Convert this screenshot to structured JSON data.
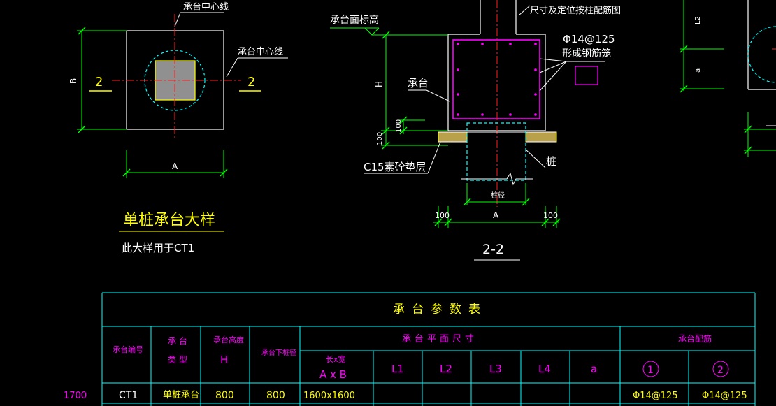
{
  "colors": {
    "background": "#000000",
    "white": "#ffffff",
    "yellow": "#ffff00",
    "green": "#00ff00",
    "red": "#ff2020",
    "cyan": "#00ffff",
    "magenta": "#ff00ff",
    "grey_fill": "#909090"
  },
  "plan_view": {
    "label_centerline_top": "承台中心线",
    "label_centerline_right": "承台中心线",
    "section_mark_left": "2",
    "section_mark_right": "2",
    "dim_b": "B",
    "dim_a": "A",
    "title": "单桩承台大样",
    "note": "此大样用于CT1"
  },
  "section_view": {
    "label_top_elev": "承台面标高",
    "label_column_note": "尺寸及定位按柱配筋图",
    "label_rebar_spec": "Φ14@125",
    "label_rebar_cage": "形成钢筋笼",
    "label_cap": "承台",
    "dim_h": "H",
    "dim_100_a": "100",
    "dim_100_b": "100",
    "label_cushion": "C15素砼垫层",
    "label_pile": "桩",
    "label_pile_dia": "桩径",
    "dim_bottom_left": "100",
    "dim_bottom_mid": "A",
    "dim_bottom_right": "100",
    "section_title": "2-2"
  },
  "right_partial": {
    "dim_l2": "L2",
    "dim_a_small": "a"
  },
  "table": {
    "title": "承台参数表",
    "headers": {
      "id": "承台编号",
      "type_line1": "承台",
      "type_line2": "类型",
      "height_line1": "承台高度",
      "height_line2": "H",
      "pile_dia": "承台下桩径",
      "plan_size": "承台平面尺寸",
      "rebar": "承台配筋",
      "lxb_line1": "长x宽",
      "lxb_line2": "A x B",
      "l1": "L1",
      "l2": "L2",
      "l3": "L3",
      "l4": "L4",
      "a": "a",
      "rebar1": "1",
      "rebar2": "2"
    },
    "rows": [
      {
        "id": "CT1",
        "type": "单桩承台",
        "height": "800",
        "pile_dia": "800",
        "size": "1600x1600",
        "l1": "",
        "l2": "",
        "l3": "",
        "l4": "",
        "a": "",
        "rebar1": "Φ14@125",
        "rebar2": "Φ14@125"
      }
    ],
    "side_note": "1700"
  }
}
